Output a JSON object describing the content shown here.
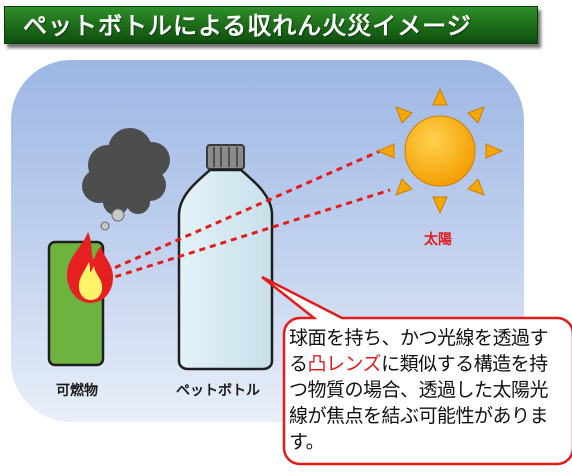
{
  "title": "ペットボトルによる収れん火災イメージ",
  "labels": {
    "combustible": "可燃物",
    "bottle": "ペットボトル",
    "sun": "太陽"
  },
  "callout": {
    "part1": "球面を持ち、かつ光線を透過する",
    "highlight": "凸レンズ",
    "part2": "に類似する構造を持つ物質の場合、透過した太陽光線が焦点を結ぶ可能性があります。"
  },
  "colors": {
    "banner": "#1c6a18",
    "background_panel": "#a6bde6",
    "sun": "#f5a800",
    "combustible": "#6cb33f",
    "beam": "#e31b1b",
    "bottle": "#dcecf4",
    "smoke": "#4a4a4a"
  },
  "icons": [
    "sun-icon",
    "flame-icon",
    "smoke-icon",
    "pet-bottle-icon"
  ]
}
